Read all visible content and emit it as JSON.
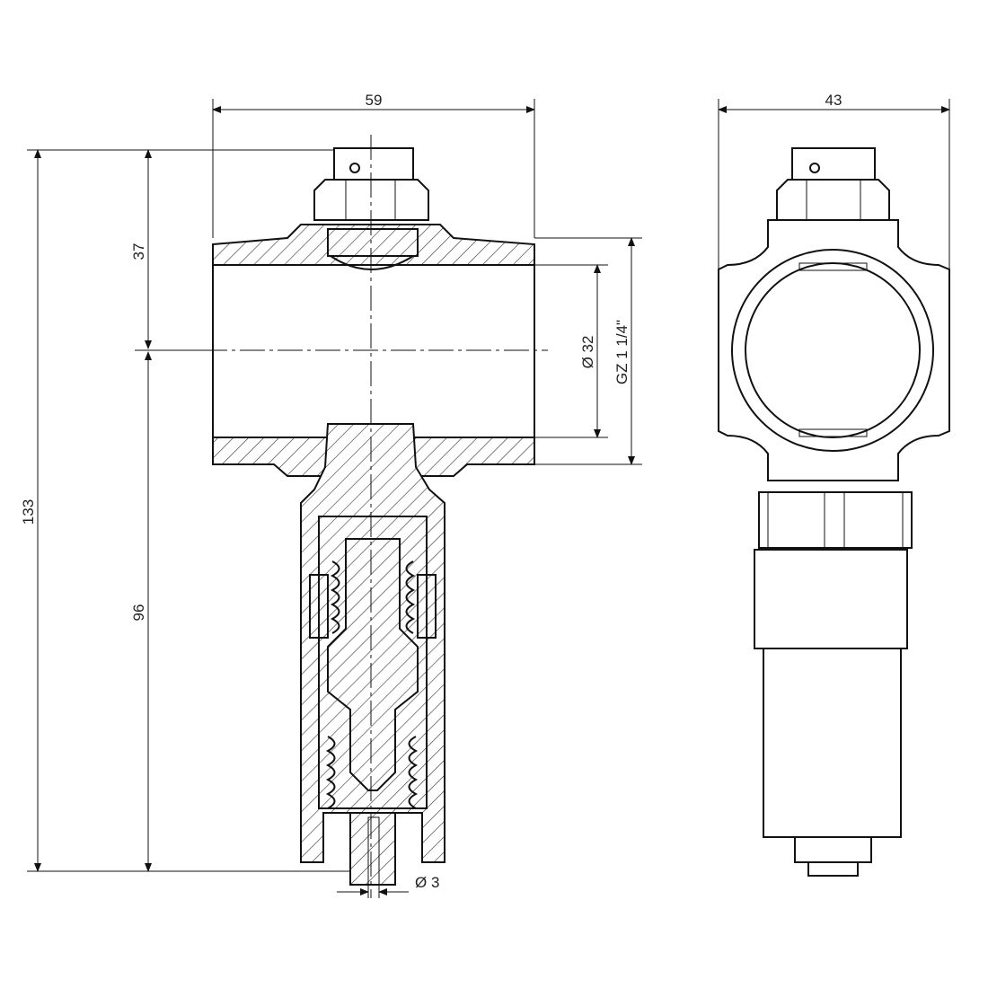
{
  "drawing": {
    "front_view": {
      "width_label": "59",
      "overall_height_label": "133",
      "upper_height_label": "37",
      "lower_height_label": "96",
      "inner_diameter_label": "Ø 32",
      "thread_label": "GZ 1 1/4\"",
      "outlet_diameter_label": "Ø 3"
    },
    "side_view": {
      "width_label": "43"
    }
  }
}
